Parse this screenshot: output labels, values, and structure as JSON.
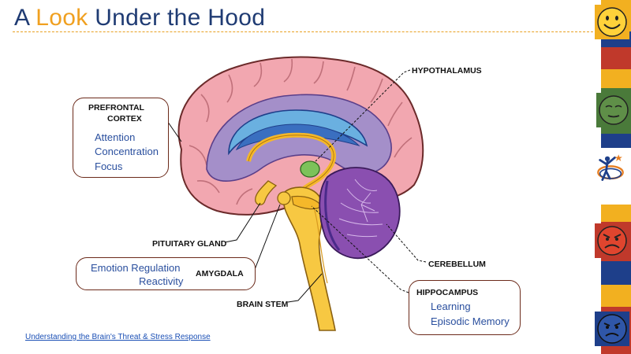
{
  "title": {
    "part1": "A ",
    "highlight": "Look",
    "part2": " Under the Hood"
  },
  "labels": {
    "prefrontal_line1": "PREFRONTAL",
    "prefrontal_line2": "CORTEX",
    "hypothalamus": "HYPOTHALAMUS",
    "pituitary": "PITUITARY GLAND",
    "amygdala": "AMYGDALA",
    "brain_stem": "BRAIN STEM",
    "cerebellum": "CEREBELLUM",
    "hippocampus": "HIPPOCAMPUS"
  },
  "functions": {
    "prefrontal": [
      "Attention",
      "Concentration",
      "Focus"
    ],
    "amygdala": [
      "Emotion Regulation",
      "Reactivity"
    ],
    "hippocampus": [
      "Learning",
      "Episodic Memory"
    ]
  },
  "link_text": "Understanding the Brain's Threat & Stress Response",
  "colors": {
    "title": "#1f3b73",
    "title_accent": "#f0a020",
    "function_text": "#2a4f9e",
    "box_border": "#6b2a1a"
  },
  "side_faces": [
    "happy-face-icon",
    "calm-face-icon",
    "reaching-figure-icon",
    "angry-face-icon",
    "sad-face-icon"
  ]
}
